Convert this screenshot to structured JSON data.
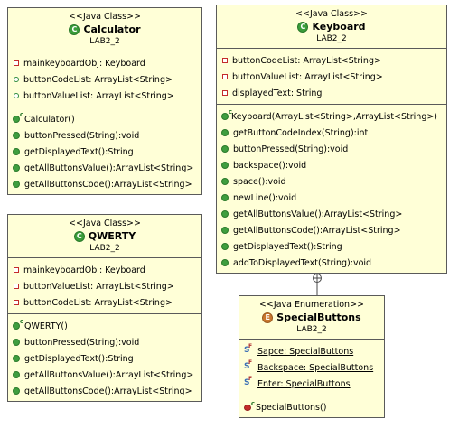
{
  "calculator": {
    "stereotype": "<<Java Class>>",
    "name": "Calculator",
    "package": "LAB2_2",
    "fields": [
      {
        "vis": "private",
        "text": "mainkeyboardObj: Keyboard"
      },
      {
        "vis": "package",
        "text": "buttonCodeList: ArrayList<String>"
      },
      {
        "vis": "package",
        "text": "buttonValueList: ArrayList<String>"
      }
    ],
    "methods": [
      {
        "vis": "ctor",
        "text": "Calculator()"
      },
      {
        "vis": "public",
        "text": "buttonPressed(String):void"
      },
      {
        "vis": "public",
        "text": "getDisplayedText():String"
      },
      {
        "vis": "public",
        "text": "getAllButtonsValue():ArrayList<String>"
      },
      {
        "vis": "public",
        "text": "getAllButtonsCode():ArrayList<String>"
      }
    ]
  },
  "keyboard": {
    "stereotype": "<<Java Class>>",
    "name": "Keyboard",
    "package": "LAB2_2",
    "fields": [
      {
        "vis": "private",
        "text": "buttonCodeList: ArrayList<String>"
      },
      {
        "vis": "private",
        "text": "buttonValueList: ArrayList<String>"
      },
      {
        "vis": "private",
        "text": "displayedText: String"
      }
    ],
    "methods": [
      {
        "vis": "ctor",
        "text": "Keyboard(ArrayList<String>,ArrayList<String>)"
      },
      {
        "vis": "public",
        "text": "getButtonCodeIndex(String):int"
      },
      {
        "vis": "public",
        "text": "buttonPressed(String):void"
      },
      {
        "vis": "public",
        "text": "backspace():void"
      },
      {
        "vis": "public",
        "text": "space():void"
      },
      {
        "vis": "public",
        "text": "newLine():void"
      },
      {
        "vis": "public",
        "text": "getAllButtonsValue():ArrayList<String>"
      },
      {
        "vis": "public",
        "text": "getAllButtonsCode():ArrayList<String>"
      },
      {
        "vis": "public",
        "text": "getDisplayedText():String"
      },
      {
        "vis": "public",
        "text": "addToDisplayedText(String):void"
      }
    ]
  },
  "qwerty": {
    "stereotype": "<<Java Class>>",
    "name": "QWERTY",
    "package": "LAB2_2",
    "fields": [
      {
        "vis": "private",
        "text": "mainkeyboardObj: Keyboard"
      },
      {
        "vis": "private",
        "text": "buttonValueList: ArrayList<String>"
      },
      {
        "vis": "private",
        "text": "buttonCodeList: ArrayList<String>"
      }
    ],
    "methods": [
      {
        "vis": "ctor",
        "text": "QWERTY()"
      },
      {
        "vis": "public",
        "text": "buttonPressed(String):void"
      },
      {
        "vis": "public",
        "text": "getDisplayedText():String"
      },
      {
        "vis": "public",
        "text": "getAllButtonsValue():ArrayList<String>"
      },
      {
        "vis": "public",
        "text": "getAllButtonsCode():ArrayList<String>"
      }
    ]
  },
  "specialbuttons": {
    "stereotype": "<<Java Enumeration>>",
    "name": "SpecialButtons",
    "package": "LAB2_2",
    "constants": [
      {
        "vis": "enumconst",
        "text": "Sapce: SpecialButtons"
      },
      {
        "vis": "enumconst",
        "text": "Backspace: SpecialButtons"
      },
      {
        "vis": "enumconst",
        "text": "Enter: SpecialButtons"
      }
    ],
    "methods": [
      {
        "vis": "ctor-private",
        "text": "SpecialButtons()"
      }
    ]
  },
  "icons": {
    "class_icon": "C",
    "enum_icon": "E"
  }
}
